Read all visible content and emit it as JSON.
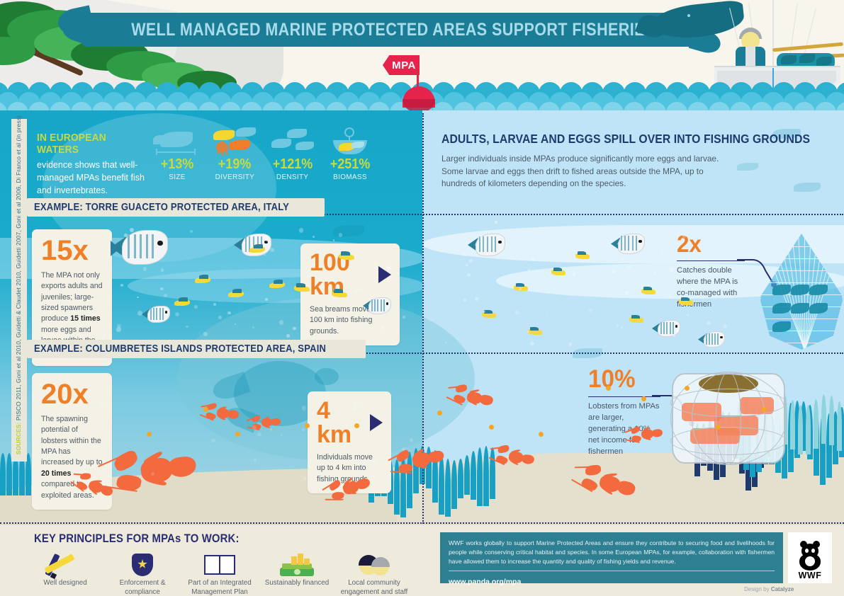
{
  "header": {
    "title": "WELL MANAGED MARINE PROTECTED AREAS SUPPORT FISHERIES",
    "mpa_flag_label": "MPA"
  },
  "sources": {
    "label": "SOURCES:",
    "citation": "PISCO 2011, Goni et al 2010, Guidetti & Claudet 2010, Guidetti 2007, Goni et al 2006, Di Franco et al (in press)"
  },
  "intro": {
    "title": "IN EUROPEAN WATERS",
    "body": "evidence shows that well-managed MPAs benefit fish and invertebrates."
  },
  "stats": [
    {
      "icon": "fish-size-icon",
      "value": "+13%",
      "label": "SIZE"
    },
    {
      "icon": "fish-diversity-icon",
      "value": "+19%",
      "label": "DIVERSITY"
    },
    {
      "icon": "fish-density-icon",
      "value": "+121%",
      "label": "DENSITY"
    },
    {
      "icon": "fish-biomass-icon",
      "value": "+251%",
      "label": "BIOMASS"
    }
  ],
  "right_panel": {
    "title": "ADULTS, LARVAE AND EGGS SPILL OVER INTO FISHING GROUNDS",
    "body": "Larger individuals inside MPAs produce significantly more eggs and larvae. Some larvae and eggs then drift to fished areas outside the MPA, up to hundreds of kilometers depending on the species."
  },
  "example_italy": {
    "label": "EXAMPLE: TORRE GUACETO PROTECTED AREA, ITALY",
    "card": {
      "number": "15x",
      "body_1": "The MPA not only exports adults and juveniles; large-sized spawners produce ",
      "body_bold": "15 times",
      "body_2": " more eggs and larvae within the MPA than outside."
    },
    "distance_card": {
      "number": "100 km",
      "body": "Sea breams move up to 100 km into fishing grounds."
    },
    "callout": {
      "number": "2x",
      "body": "Catches double where the MPA is co-managed with fishermen"
    }
  },
  "example_spain": {
    "label": "EXAMPLE: COLUMBRETES ISLANDS PROTECTED AREA, SPAIN",
    "card": {
      "number": "20x",
      "body_1": "The spawning potential of lobsters within the MPA has increased by up to ",
      "body_bold": "20 times",
      "body_2": " compared to exploited areas."
    },
    "distance_card": {
      "number": "4 km",
      "body": "Individuals move up to 4 km into fishing grounds."
    },
    "callout": {
      "number": "10%",
      "body": "Lobsters from MPAs are larger, generating a 10% net income for fishermen"
    }
  },
  "key_principles": {
    "title": "KEY PRINCIPLES FOR MPAs TO WORK:",
    "items": [
      {
        "icon": "pencil-ruler-icon",
        "label": "Well designed"
      },
      {
        "icon": "badge-shield-icon",
        "label": "Enforcement & compliance"
      },
      {
        "icon": "open-book-icon",
        "label": "Part of an Integrated Management Plan"
      },
      {
        "icon": "money-stack-icon",
        "label": "Sustainably financed"
      },
      {
        "icon": "two-people-icon",
        "label": "Local community engagement and staff capacity"
      }
    ]
  },
  "footer": {
    "wwf_text": "WWF works globally to support Marine Protected Areas and ensure they contribute to securing food and livelihoods for people while conserving critical habitat and species.  In some European MPAs, for example, collaboration with fishermen have allowed them to increase the quantity and quality of fishing yields and revenue.",
    "url": "www.panda.org/mpa",
    "logo_word": "WWF",
    "design_prefix": "Design by",
    "design_by": "Catalyze"
  },
  "colors": {
    "banner_bg": "#1b7d95",
    "banner_text": "#a8dcea",
    "accent_orange": "#ef8028",
    "accent_green": "#c7db3c",
    "navy": "#1f3b6e",
    "ocean_left": "#1fa8c9",
    "ocean_right": "#bfe4f7",
    "sand": "#e0dcc8",
    "flag_red": "#e6234b",
    "wwf_teal": "#2e7f92"
  }
}
